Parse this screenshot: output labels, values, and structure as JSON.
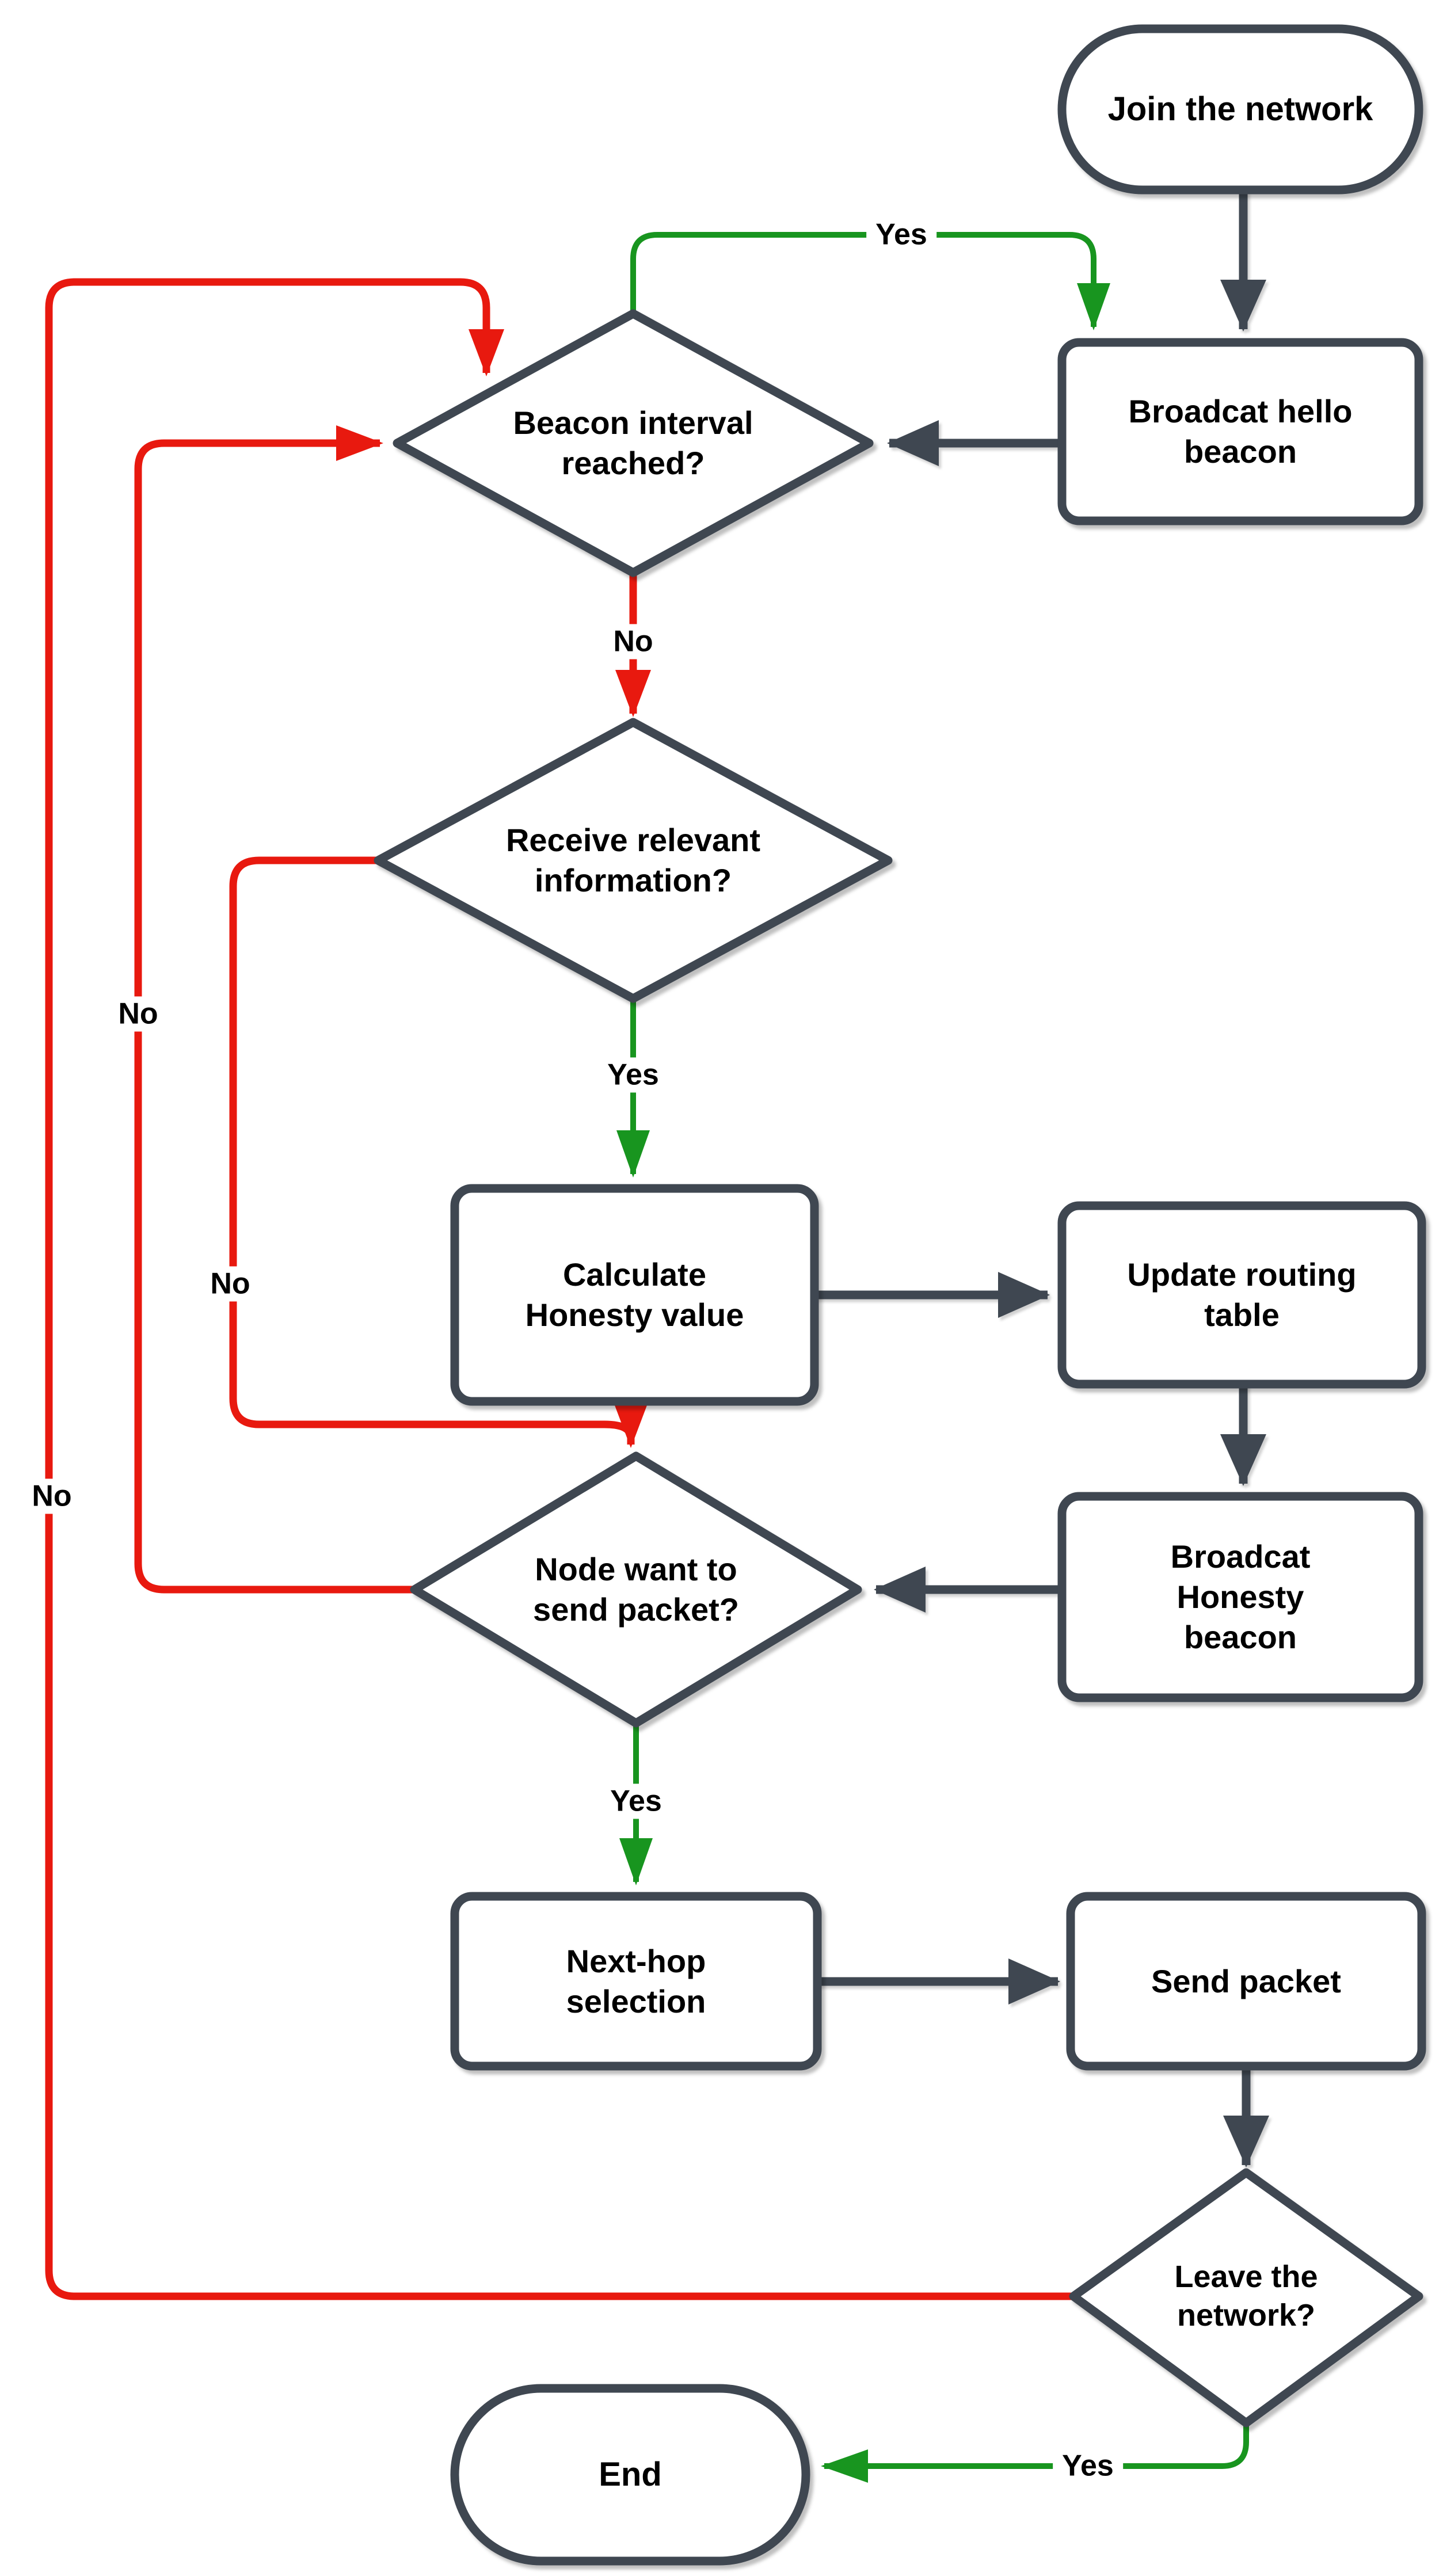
{
  "diagram": {
    "title": "Flowchart of honesty-based beacon routing protocol",
    "colors": {
      "outline": "#3f4751",
      "yes_edge": "#18951f",
      "no_edge": "#e8190f",
      "text": "#000000",
      "shape_fill": "#ffffff",
      "background": "#ffffff"
    },
    "nodes": {
      "join": {
        "type": "terminator",
        "label": "Join the network"
      },
      "hello": {
        "type": "process",
        "label": "Broadcat hello\nbeacon"
      },
      "beacon": {
        "type": "decision",
        "label": "Beacon interval\nreached?"
      },
      "receive": {
        "type": "decision",
        "label": "Receive relevant\ninformation?"
      },
      "calc": {
        "type": "process",
        "label": "Calculate\nHonesty value"
      },
      "update": {
        "type": "process",
        "label": "Update routing\ntable"
      },
      "honesty": {
        "type": "process",
        "label": "Broadcat\nHonesty\nbeacon"
      },
      "node": {
        "type": "decision",
        "label": "Node want to\nsend packet?"
      },
      "nexthop": {
        "type": "process",
        "label": "Next-hop\nselection"
      },
      "send": {
        "type": "process",
        "label": "Send packet"
      },
      "leave": {
        "type": "decision",
        "label": "Leave the\nnetwork?"
      },
      "end": {
        "type": "terminator",
        "label": "End"
      }
    },
    "edge_labels": {
      "beacon_yes": "Yes",
      "beacon_no": "No",
      "receive_yes": "Yes",
      "receive_no": "No",
      "node_yes": "Yes",
      "node_no": "No",
      "leave_yes": "Yes",
      "leave_no": "No"
    }
  }
}
